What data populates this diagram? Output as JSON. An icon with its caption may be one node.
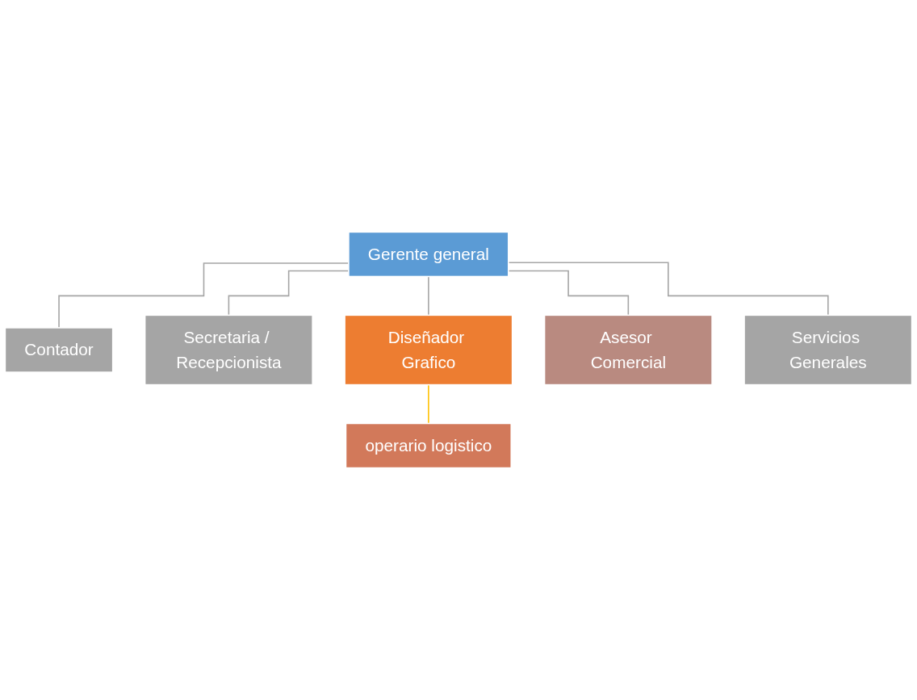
{
  "diagram": {
    "nodes": [
      {
        "text": [
          "Gerente general"
        ]
      },
      {
        "text": [
          "Contador"
        ]
      },
      {
        "text": [
          "Secretaria / Recepcionista"
        ]
      },
      {
        "text": [
          "Diseñador Grafico"
        ]
      },
      {
        "text": [
          "Asesor Comercial"
        ]
      },
      {
        "text": [
          "Servicios Generales"
        ]
      },
      {
        "text": [
          "operario logistico"
        ]
      }
    ],
    "edges": [
      {
        "from": 0,
        "to": 1,
        "arrow": "none"
      },
      {
        "from": 0,
        "to": 2,
        "arrow": "none"
      },
      {
        "from": 0,
        "to": 3,
        "arrow": "none"
      },
      {
        "from": 0,
        "to": 4,
        "arrow": "none"
      },
      {
        "from": 0,
        "to": 5,
        "arrow": "none"
      },
      {
        "from": 3,
        "to": 6,
        "arrow": "none",
        "color": "#ffc000"
      }
    ]
  }
}
